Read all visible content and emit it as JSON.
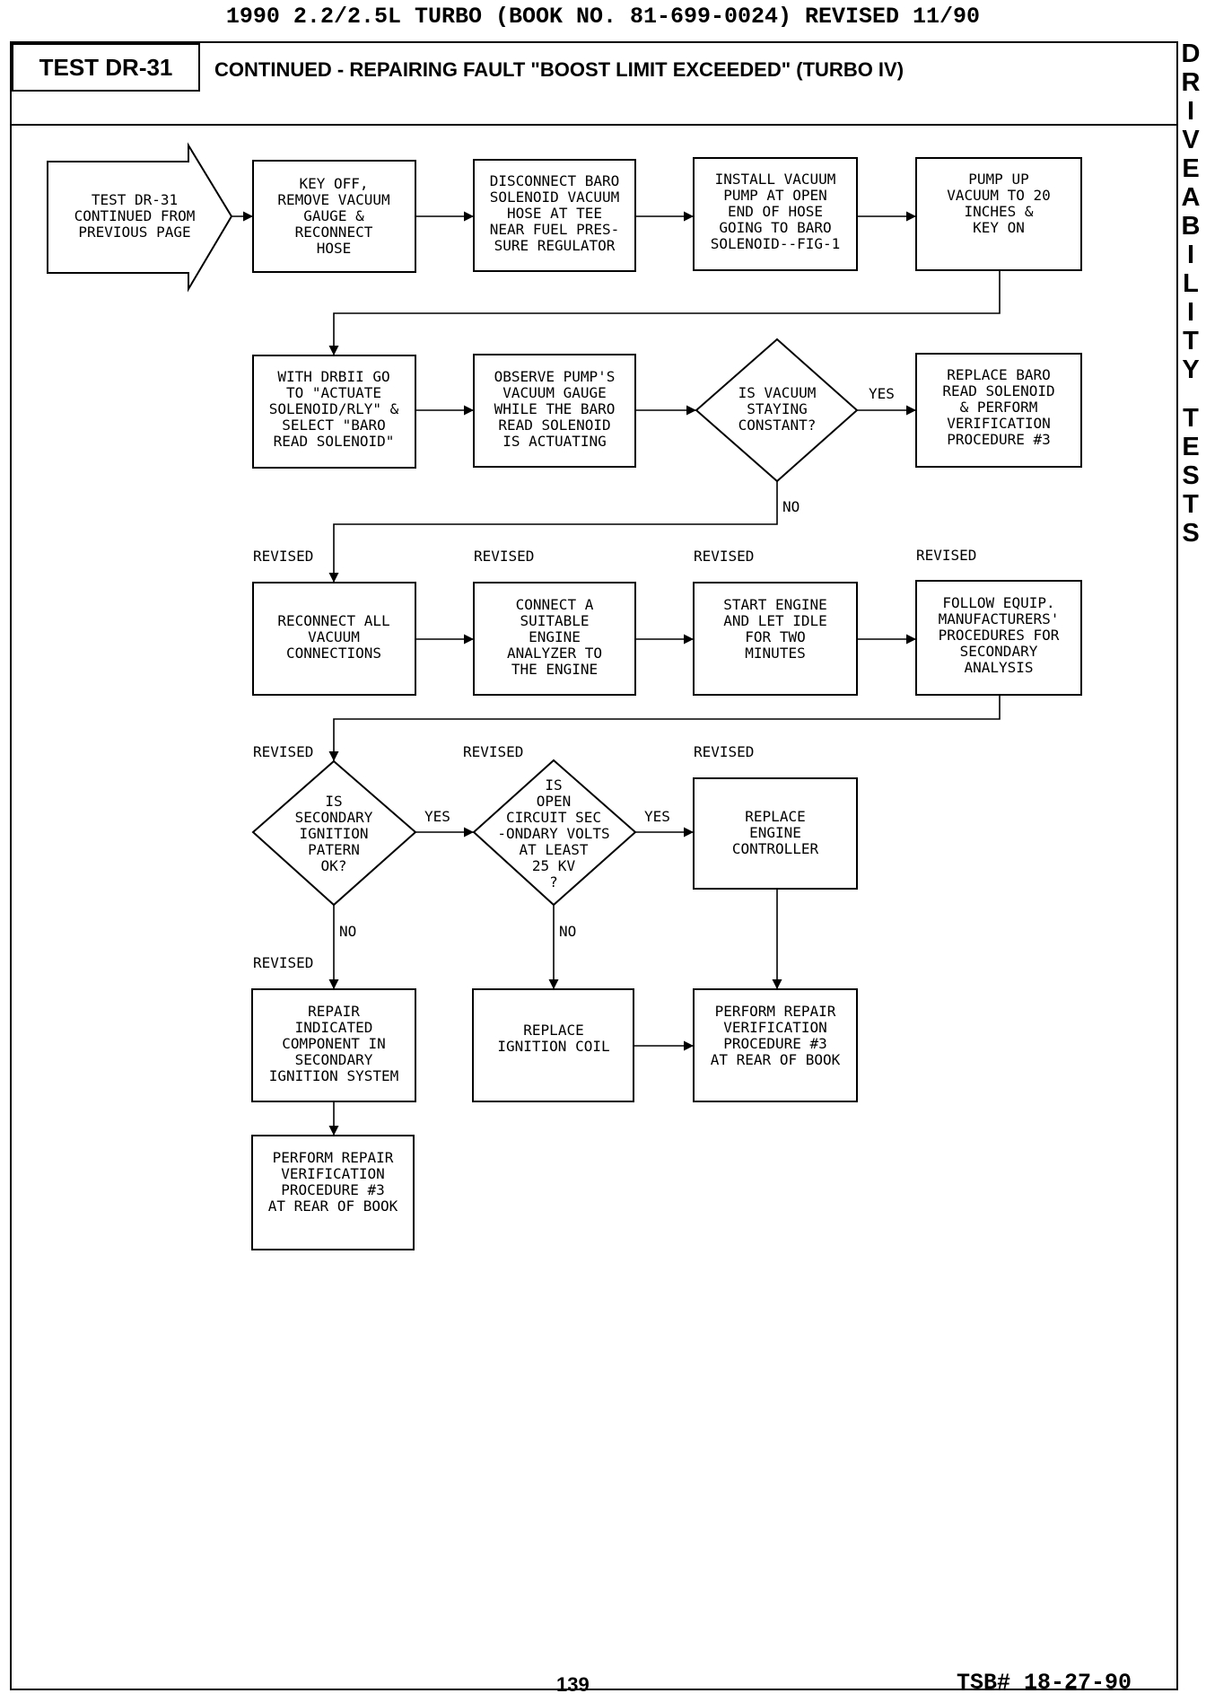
{
  "header": {
    "top_line": "1990 2.2/2.5L TURBO (BOOK NO. 81-699-0024) REVISED 11/90",
    "test_id": "TEST DR-31",
    "title": "CONTINUED - REPAIRING FAULT \"BOOST LIMIT EXCEEDED\" (TURBO IV)"
  },
  "sidebar": {
    "word1": [
      "D",
      "R",
      "I",
      "V",
      "E",
      "A",
      "B",
      "I",
      "L",
      "I",
      "T",
      "Y"
    ],
    "word2": [
      "T",
      "E",
      "S",
      "T",
      "S"
    ]
  },
  "nodes": {
    "start": [
      "TEST DR-31",
      "CONTINUED FROM",
      "PREVIOUS PAGE"
    ],
    "key_off": [
      "KEY OFF,",
      "REMOVE VACUUM",
      "GAUGE &",
      "RECONNECT",
      "HOSE"
    ],
    "disconnect": [
      "DISCONNECT BARO",
      "SOLENOID VACUUM",
      "HOSE AT TEE",
      "NEAR FUEL PRES-",
      "SURE REGULATOR"
    ],
    "install": [
      "INSTALL VACUUM",
      "PUMP AT OPEN",
      "END OF HOSE",
      "GOING TO BARO",
      "SOLENOID--FIG-1"
    ],
    "pump_up": [
      "PUMP UP",
      "VACUUM TO 20",
      "INCHES &",
      "KEY ON"
    ],
    "with_drb": [
      "WITH DRBII GO",
      "TO \"ACTUATE",
      "SOLENOID/RLY\" &",
      "SELECT \"BARO",
      "READ SOLENOID\""
    ],
    "observe": [
      "OBSERVE PUMP'S",
      "VACUUM GAUGE",
      "WHILE THE BARO",
      "READ SOLENOID",
      "IS ACTUATING"
    ],
    "q_vacuum": [
      "IS VACUUM",
      "STAYING",
      "CONSTANT?"
    ],
    "replace_baro": [
      "REPLACE BARO",
      "READ SOLENOID",
      "& PERFORM",
      "VERIFICATION",
      "PROCEDURE #3"
    ],
    "reconnect": [
      "RECONNECT ALL",
      "VACUUM",
      "CONNECTIONS"
    ],
    "connect": [
      "CONNECT A",
      "SUITABLE",
      "ENGINE",
      "ANALYZER TO",
      "THE ENGINE"
    ],
    "start_engine": [
      "START ENGINE",
      "AND LET IDLE",
      "FOR TWO",
      "MINUTES"
    ],
    "follow": [
      "FOLLOW EQUIP.",
      "MANUFACTURERS'",
      "PROCEDURES FOR",
      "SECONDARY",
      "ANALYSIS"
    ],
    "q_secondary": [
      "IS",
      "SECONDARY",
      "IGNITION",
      "PATERN",
      "OK?"
    ],
    "q_open": [
      "IS",
      "OPEN",
      "CIRCUIT SEC",
      "-ONDARY VOLTS",
      "AT LEAST",
      "25 KV",
      "?"
    ],
    "replace_ctrl": [
      "REPLACE",
      "ENGINE",
      "CONTROLLER"
    ],
    "repair_ind": [
      "REPAIR",
      "INDICATED",
      "COMPONENT IN",
      "SECONDARY",
      "IGNITION SYSTEM"
    ],
    "replace_coil": [
      "REPLACE",
      "IGNITION COIL"
    ],
    "perform_right": [
      "PERFORM REPAIR",
      "VERIFICATION",
      "PROCEDURE #3",
      "",
      "AT REAR OF BOOK"
    ],
    "perform_left": [
      "PERFORM REPAIR",
      "VERIFICATION",
      "PROCEDURE #3",
      "",
      "AT REAR OF BOOK"
    ]
  },
  "labels": {
    "yes": "YES",
    "no": "NO",
    "revised": "REVISED"
  },
  "footer": {
    "page": "139",
    "tsb": "TSB# 18-27-90"
  }
}
